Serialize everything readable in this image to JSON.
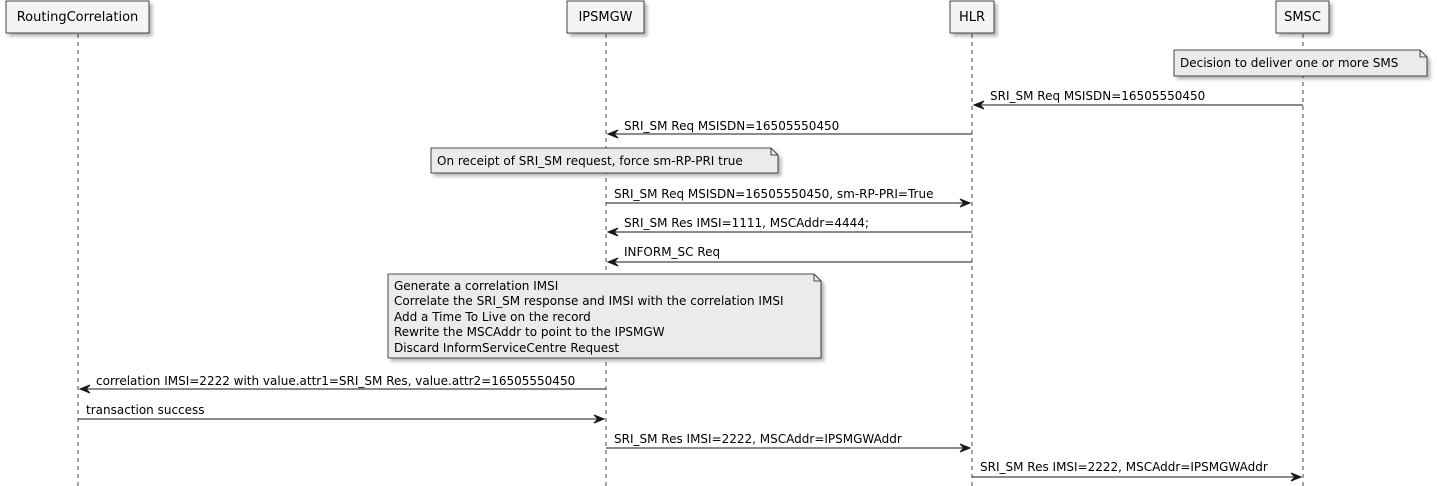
{
  "participants": [
    {
      "id": "rc",
      "label": "RoutingCorrelation"
    },
    {
      "id": "ipsmgw",
      "label": "IPSMGW"
    },
    {
      "id": "hlr",
      "label": "HLR"
    },
    {
      "id": "smsc",
      "label": "SMSC"
    }
  ],
  "notes": [
    {
      "lines": [
        "Decision to deliver one or more SMS"
      ]
    },
    {
      "lines": [
        "On receipt of SRI_SM request, force sm-RP-PRI true"
      ]
    },
    {
      "lines": [
        "Generate a correlation IMSI",
        "Correlate the SRI_SM response and IMSI with the correlation IMSI",
        "Add a Time To Live on the record",
        "Rewrite the MSCAddr to point to the IPSMGW",
        "Discard InformServiceCentre Request"
      ]
    }
  ],
  "messages": [
    {
      "from": "smsc",
      "to": "hlr",
      "label": "SRI_SM Req MSISDN=16505550450"
    },
    {
      "from": "hlr",
      "to": "ipsmgw",
      "label": "SRI_SM Req MSISDN=16505550450"
    },
    {
      "from": "ipsmgw",
      "to": "hlr",
      "label": "SRI_SM Req MSISDN=16505550450, sm-RP-PRI=True"
    },
    {
      "from": "hlr",
      "to": "ipsmgw",
      "label": "SRI_SM Res IMSI=1111, MSCAddr=4444;"
    },
    {
      "from": "hlr",
      "to": "ipsmgw",
      "label": "INFORM_SC Req"
    },
    {
      "from": "ipsmgw",
      "to": "rc",
      "label": "correlation IMSI=2222 with value.attr1=SRI_SM Res, value.attr2=16505550450"
    },
    {
      "from": "rc",
      "to": "ipsmgw",
      "label": "transaction success"
    },
    {
      "from": "ipsmgw",
      "to": "hlr",
      "label": "SRI_SM Res IMSI=2222, MSCAddr=IPSMGWAddr"
    },
    {
      "from": "hlr",
      "to": "smsc",
      "label": "SRI_SM Res IMSI=2222, MSCAddr=IPSMGWAddr"
    }
  ],
  "colors": {
    "participant_fill": "#F4F4F4",
    "participant_border": "#181818",
    "lifeline": "#181818",
    "arrow": "#181818",
    "note_fill": "#EBEBEB",
    "note_border": "#181818",
    "shadow": "#C8C8C8"
  }
}
